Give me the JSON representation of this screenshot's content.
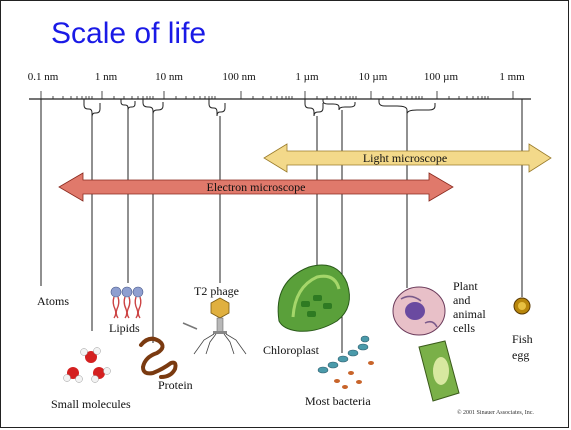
{
  "title": "Scale of life",
  "scale_labels": [
    "0.1 nm",
    "1 nm",
    "10 nm",
    "100 nm",
    "1 µm",
    "10 µm",
    "100 µm",
    "1 mm"
  ],
  "arrows": {
    "light": {
      "label": "Light microscope",
      "color": "#f3d98a"
    },
    "electron": {
      "label": "Electron microscope",
      "color": "#e0796b"
    }
  },
  "items": {
    "atoms": "Atoms",
    "lipids": "Lipids",
    "small_molecules": "Small molecules",
    "protein": "Protein",
    "t2_phage": "T2 phage",
    "chloroplast": "Chloroplast",
    "most_bacteria": "Most bacteria",
    "plant_animal_cells": "Plant\nand\nanimal\ncells",
    "fish_egg": "Fish\negg"
  },
  "copyright": "© 2001 Sinauer Associates, Inc."
}
